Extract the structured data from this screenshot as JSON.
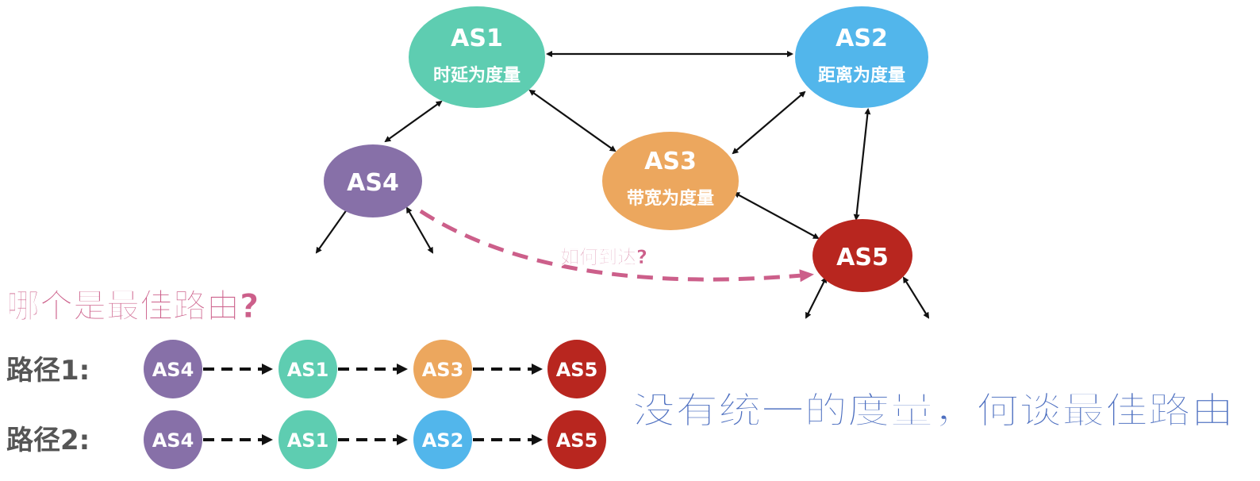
{
  "colors": {
    "as1": "#5ecdb1",
    "as2": "#52b6eb",
    "as3": "#eca75e",
    "as4": "#8770a8",
    "as5": "#b8261f",
    "pink": "#cc5f8a",
    "blue": "#4d6fc0",
    "gray": "#555555"
  },
  "nodes": {
    "as1": {
      "name": "AS1",
      "metric": "时延为度量"
    },
    "as2": {
      "name": "AS2",
      "metric": "距离为度量"
    },
    "as3": {
      "name": "AS3",
      "metric": "带宽为度量"
    },
    "as4": {
      "name": "AS4"
    },
    "as5": {
      "name": "AS5"
    }
  },
  "curve_label": "如何到达?",
  "question": "哪个是最佳路由?",
  "paths": [
    {
      "label": "路径1:",
      "hops": [
        "AS4",
        "AS1",
        "AS3",
        "AS5"
      ]
    },
    {
      "label": "路径2:",
      "hops": [
        "AS4",
        "AS1",
        "AS2",
        "AS5"
      ]
    }
  ],
  "conclusion": "没有统一的度量，何谈最佳路由"
}
